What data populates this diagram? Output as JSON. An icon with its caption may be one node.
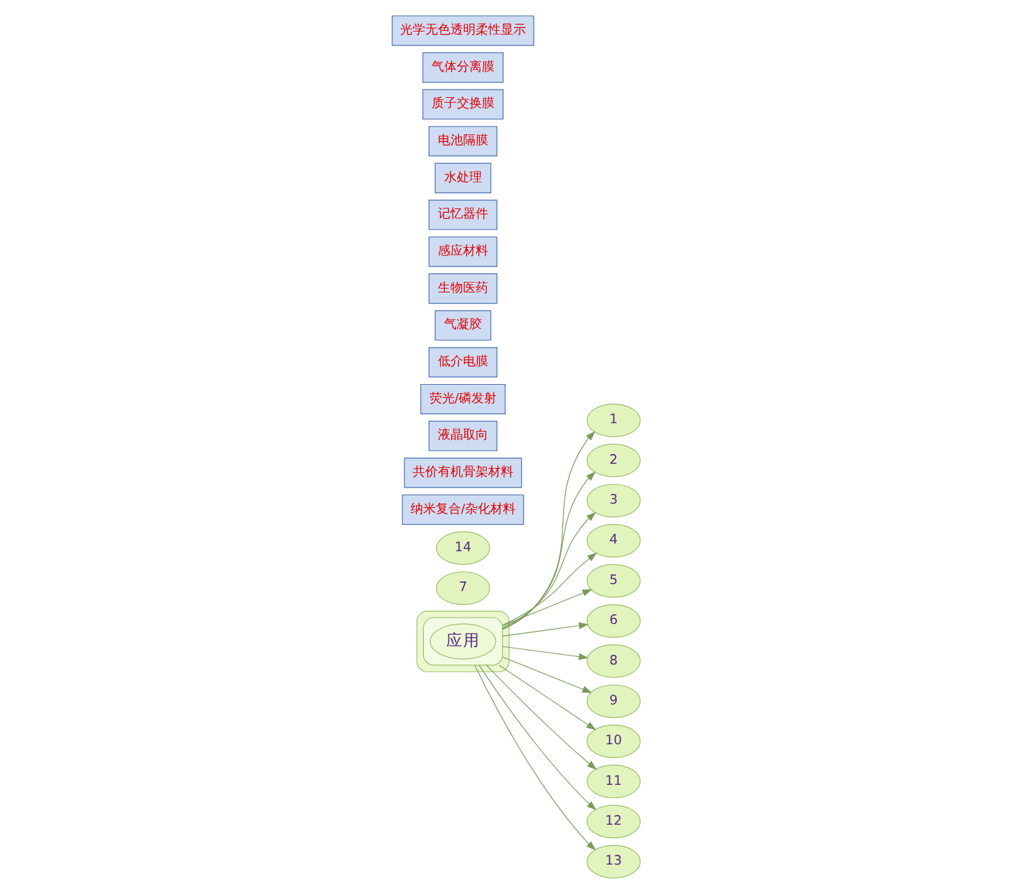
{
  "diagram": {
    "nodes": [
      {
        "text": [],
        "shape": "ellipse"
      },
      {
        "text": [],
        "shape": "ellipse",
        "in": 0
      },
      {
        "text": [
          "应用"
        ],
        "in": 1
      },
      {
        "text": [
          "1"
        ]
      },
      {
        "text": [
          "2"
        ]
      },
      {
        "text": [
          "3"
        ]
      },
      {
        "text": [
          "4"
        ]
      },
      {
        "text": [
          "5"
        ]
      },
      {
        "text": [
          "6"
        ]
      },
      {
        "text": [
          "7"
        ]
      },
      {
        "text": [
          "8"
        ]
      },
      {
        "text": [
          "9"
        ]
      },
      {
        "text": [
          "10"
        ]
      },
      {
        "text": [
          "11"
        ]
      },
      {
        "text": [
          "12"
        ]
      },
      {
        "text": [
          "13"
        ]
      },
      {
        "text": [
          "14"
        ]
      },
      {
        "text": [
          "纳米复合/杂化材料"
        ]
      },
      {
        "text": [
          "共价有机骨架材料"
        ]
      },
      {
        "text": [
          "液晶取向"
        ]
      },
      {
        "text": [
          "荧光/磷发射"
        ]
      },
      {
        "text": [
          "低介电膜"
        ]
      },
      {
        "text": [
          "气凝胶"
        ]
      },
      {
        "text": [
          "生物医药"
        ]
      },
      {
        "text": [
          "感应材料"
        ]
      },
      {
        "text": [
          "记忆器件"
        ]
      },
      {
        "text": [
          "水处理"
        ]
      },
      {
        "text": [
          "电池隔膜"
        ]
      },
      {
        "text": [
          "质子交换膜"
        ]
      },
      {
        "text": [
          "气体分离膜"
        ]
      },
      {
        "text": [
          "光学无色透明柔性显示"
        ]
      }
    ],
    "edges": [
      {
        "from": 1,
        "to": 3,
        "arrow": "to"
      },
      {
        "from": 1,
        "to": 4,
        "arrow": "to"
      },
      {
        "from": 1,
        "to": 5,
        "arrow": "to"
      },
      {
        "from": 1,
        "to": 6,
        "arrow": "to"
      },
      {
        "from": 1,
        "to": 7,
        "arrow": "to"
      },
      {
        "from": 1,
        "to": 8,
        "arrow": "to"
      },
      {
        "from": 1,
        "to": 10,
        "arrow": "to"
      },
      {
        "from": 1,
        "to": 11,
        "arrow": "to"
      },
      {
        "from": 1,
        "to": 12,
        "arrow": "to"
      },
      {
        "from": 1,
        "to": 13,
        "arrow": "to"
      },
      {
        "from": 1,
        "to": 14,
        "arrow": "to"
      },
      {
        "from": 1,
        "to": 15,
        "arrow": "to"
      }
    ]
  }
}
